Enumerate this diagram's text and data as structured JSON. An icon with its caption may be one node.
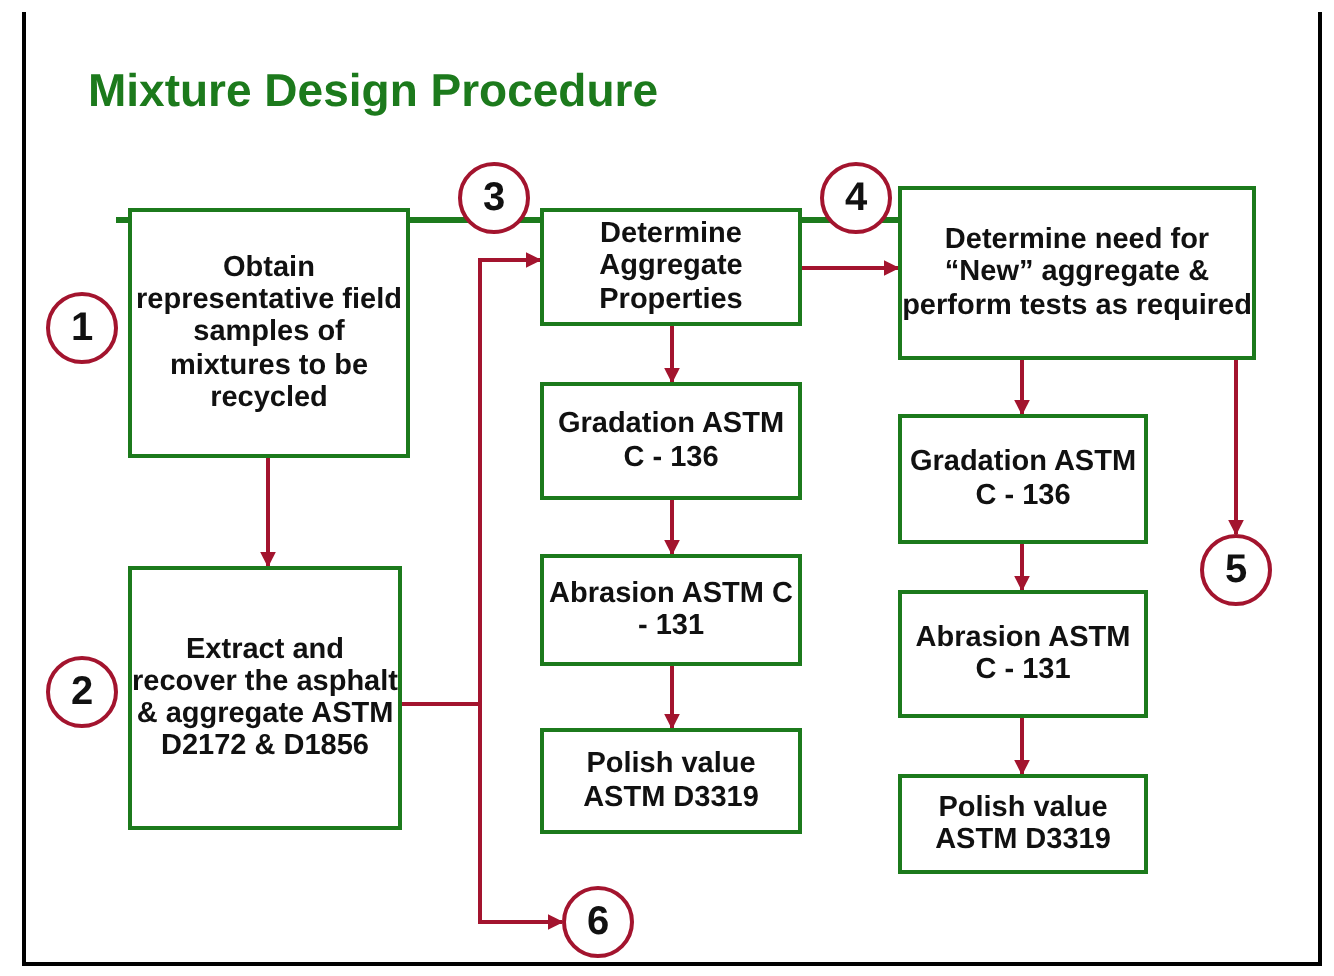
{
  "diagram": {
    "title": "Mixture Design Procedure",
    "nodes": [
      {
        "text": [
          "Obtain representative field samples of mixtures to be recycled"
        ]
      },
      {
        "text": [
          "Extract and recover the asphalt & aggregate ASTM D2172 & D1856"
        ]
      },
      {
        "text": [
          "Determine Aggregate Properties"
        ]
      },
      {
        "text": [
          "Gradation ASTM C - 136"
        ]
      },
      {
        "text": [
          "Abrasion ASTM C - 131"
        ]
      },
      {
        "text": [
          "Polish value ASTM D3319"
        ]
      },
      {
        "text": [
          "Determine need for “New” aggregate & perform tests as required"
        ]
      },
      {
        "text": [
          "Gradation ASTM C - 136"
        ]
      },
      {
        "text": [
          "Abrasion ASTM C - 131"
        ]
      },
      {
        "text": [
          "Polish value ASTM D3319"
        ]
      },
      {
        "text": [
          "1"
        ]
      },
      {
        "text": [
          "2"
        ]
      },
      {
        "text": [
          "3"
        ]
      },
      {
        "text": [
          "4"
        ]
      },
      {
        "text": [
          "5"
        ]
      },
      {
        "text": [
          "6"
        ]
      }
    ],
    "edges": [
      {
        "from": 0,
        "to": 1,
        "arrow": "to"
      },
      {
        "from": 1,
        "to": 2,
        "arrow": "to"
      },
      {
        "from": 1,
        "to": 15,
        "arrow": "to"
      },
      {
        "from": 2,
        "to": 3,
        "arrow": "to"
      },
      {
        "from": 3,
        "to": 4,
        "arrow": "to"
      },
      {
        "from": 4,
        "to": 5,
        "arrow": "to"
      },
      {
        "from": 2,
        "to": 6,
        "arrow": "to"
      },
      {
        "from": 6,
        "to": 7,
        "arrow": "to"
      },
      {
        "from": 7,
        "to": 8,
        "arrow": "to"
      },
      {
        "from": 8,
        "to": 9,
        "arrow": "to"
      },
      {
        "from": 6,
        "to": 14,
        "arrow": "to"
      }
    ]
  }
}
